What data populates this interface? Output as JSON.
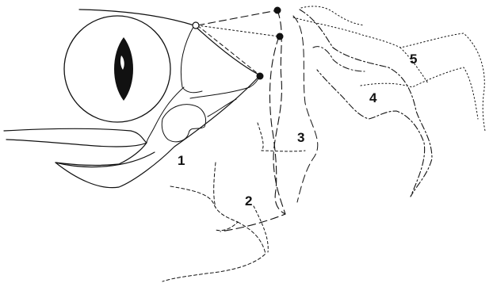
{
  "figure": {
    "labels": [
      "1",
      "2",
      "3",
      "4",
      "5"
    ],
    "colors": {
      "ink": "#111111",
      "background": "#ffffff",
      "eye_fill": "#ffffff"
    }
  }
}
